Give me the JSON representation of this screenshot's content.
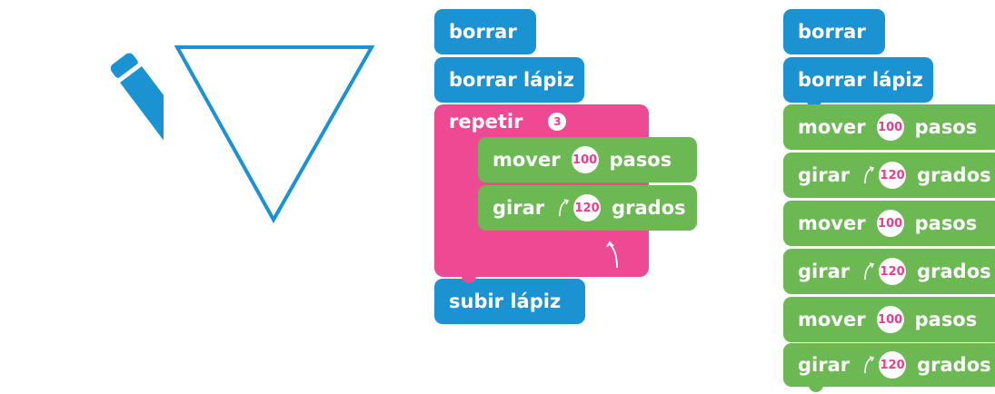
{
  "left_stack": {
    "clear": "borrar",
    "pen_clear": "borrar lápiz",
    "repeat_label": "repetir",
    "repeat_count": "3",
    "move_word": "mover",
    "move_steps": "100",
    "move_unit": "pasos",
    "turn_word": "girar",
    "turn_degrees": "120",
    "turn_unit": "grados",
    "pen_up": "subir lápiz"
  },
  "right_stack": {
    "clear": "borrar",
    "pen_clear": "borrar lápiz",
    "steps": [
      {
        "word": "mover",
        "value": "100",
        "unit": "pasos"
      },
      {
        "word": "girar",
        "value": "120",
        "unit": "grados"
      },
      {
        "word": "mover",
        "value": "100",
        "unit": "pasos"
      },
      {
        "word": "girar",
        "value": "120",
        "unit": "grados"
      },
      {
        "word": "mover",
        "value": "100",
        "unit": "pasos"
      },
      {
        "word": "girar",
        "value": "120",
        "unit": "grados"
      }
    ]
  },
  "colors": {
    "blue": "#1b93d3",
    "green": "#6cb853",
    "pink": "#ee4a94"
  },
  "icons": [
    "pencil-icon",
    "triangle-drawing",
    "turn-arrow-icon",
    "loop-arrow-icon"
  ]
}
